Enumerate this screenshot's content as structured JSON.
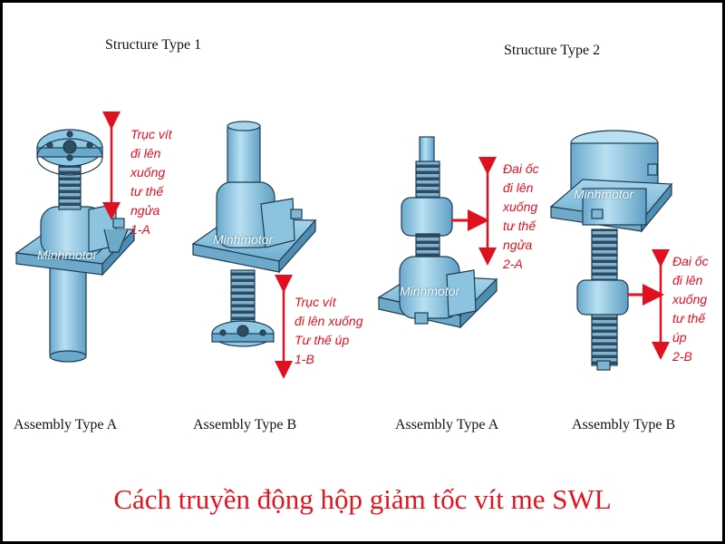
{
  "structure_titles": {
    "type1": "Structure Type 1",
    "type2": "Structure Type 2"
  },
  "assemblies": [
    {
      "label": "Assembly Type A",
      "lines": [
        "Trục vít",
        "đi lên",
        "xuống",
        "tư thế",
        "ngửa",
        "1-A"
      ]
    },
    {
      "label": "Assembly Type B",
      "lines": [
        "Trục vít",
        "đi lên xuống",
        "Tư thế úp",
        "1-B"
      ]
    },
    {
      "label": "Assembly Type A",
      "lines": [
        "Đai ốc",
        "đi lên",
        "xuống",
        "tư thế",
        "ngửa",
        "2-A"
      ]
    },
    {
      "label": "Assembly Type B",
      "lines": [
        "Đai ốc",
        "đi lên",
        "xuống",
        "tư thế",
        "úp",
        "2-B"
      ]
    }
  ],
  "watermark": "Minhmotor",
  "footer_title": "Cách truyền động hộp giảm tốc vít me SWL",
  "colors": {
    "metal": "#9ccfe8",
    "metal_dark": "#5f9fc4",
    "outline": "#1d3c52",
    "arrow": "#e01020",
    "footer": "#e3141e"
  }
}
